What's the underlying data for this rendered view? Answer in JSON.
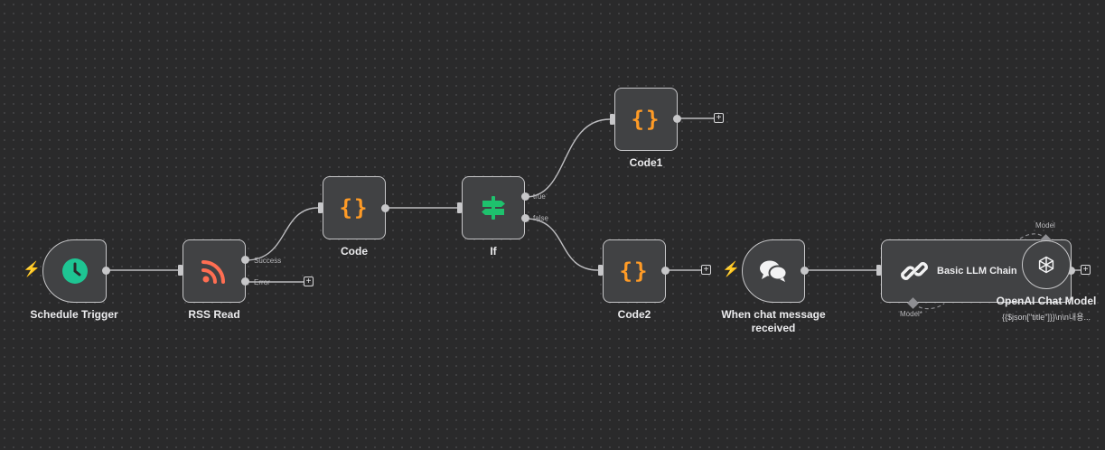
{
  "nodes": {
    "schedule_trigger": {
      "label": "Schedule Trigger"
    },
    "rss_read": {
      "label": "RSS Read",
      "out_success": "Success",
      "out_error": "Error"
    },
    "code": {
      "label": "Code",
      "icon_text": "{}"
    },
    "if_node": {
      "label": "If",
      "out_true": "true",
      "out_false": "false"
    },
    "code1": {
      "label": "Code1",
      "icon_text": "{}"
    },
    "code2": {
      "label": "Code2",
      "icon_text": "{}"
    },
    "chat_trigger": {
      "label": "When chat message received"
    },
    "llm_chain": {
      "label": "Basic LLM Chain",
      "port_model": "Model*"
    },
    "openai": {
      "label": "OpenAI Chat Model",
      "sublabel": "{{$json[\"title\"]}}\\n\\n내용...",
      "port_model": "Model"
    }
  },
  "plus_symbol": "+",
  "colors": {
    "canvas": "#2a2a2b",
    "node_bg": "#414244",
    "node_border": "#c7c7c9",
    "trigger_bolt": "#ff6d5a",
    "code_icon": "#ff9b26",
    "schedule_icon": "#1ec593",
    "rss_icon": "#ff6e52",
    "if_icon": "#1ec16d"
  },
  "icons": {
    "schedule": "clock-icon",
    "rss": "rss-icon",
    "code": "code-braces-icon",
    "if": "signpost-icon",
    "chat": "chat-bubbles-icon",
    "llm": "chain-link-icon",
    "openai": "openai-logo-icon",
    "trigger": "lightning-bolt-icon"
  }
}
